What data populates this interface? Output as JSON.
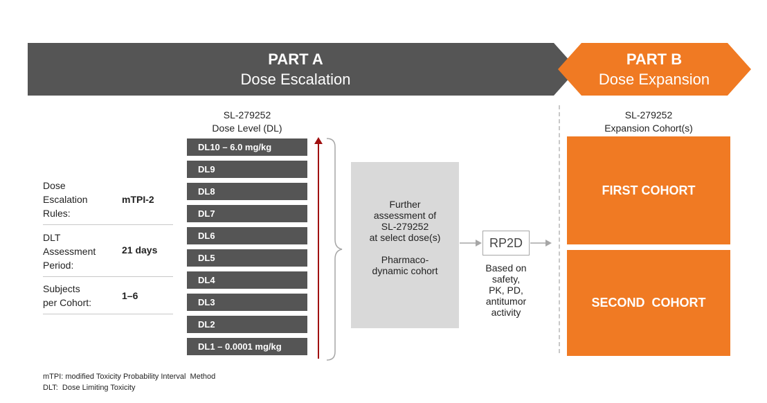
{
  "header": {
    "part_a": {
      "title": "PART A",
      "subtitle": "Dose Escalation"
    },
    "part_b": {
      "title": "PART B",
      "subtitle": "Dose Expansion"
    }
  },
  "colors": {
    "part_a_band": "#555555",
    "part_b_band": "#f07a23",
    "dose_bar": "#555555",
    "red_arrow": "#a01010"
  },
  "escalation_rules": [
    {
      "label_lines": [
        "Dose",
        "Escalation",
        "Rules:"
      ],
      "value": "mTPI-2"
    },
    {
      "label_lines": [
        "DLT",
        "Assessment",
        "Period:"
      ],
      "value": "21 days"
    },
    {
      "label_lines": [
        "Subjects",
        "per Cohort:"
      ],
      "value": "1–6"
    }
  ],
  "dose_level_column": {
    "line1": "SL-279252",
    "line2": "Dose Level  (DL)"
  },
  "dose_levels": [
    "DL10 – 6.0 mg/kg",
    "DL9",
    "DL8",
    "DL7",
    "DL6",
    "DL5",
    "DL4",
    "DL3",
    "DL2",
    "DL1 – 0.0001 mg/kg"
  ],
  "further_assessment": {
    "lines": [
      "Further",
      "assessment of",
      "SL-279252",
      "at select dose(s)"
    ],
    "cohort_lines": [
      "Pharmaco-",
      "dynamic cohort"
    ]
  },
  "rp2d": {
    "label": "RP2D",
    "note_lines": [
      "Based on",
      "safety,",
      "PK, PD,",
      "antitumor",
      "activity"
    ]
  },
  "expansion_column": {
    "line1": "SL-279252",
    "line2": "Expansion  Cohort(s)"
  },
  "cohorts": [
    "FIRST COHORT",
    "SECOND  COHORT"
  ],
  "footnotes": [
    "mTPI: modified Toxicity Probability Interval  Method",
    "DLT:  Dose Limiting Toxicity"
  ]
}
